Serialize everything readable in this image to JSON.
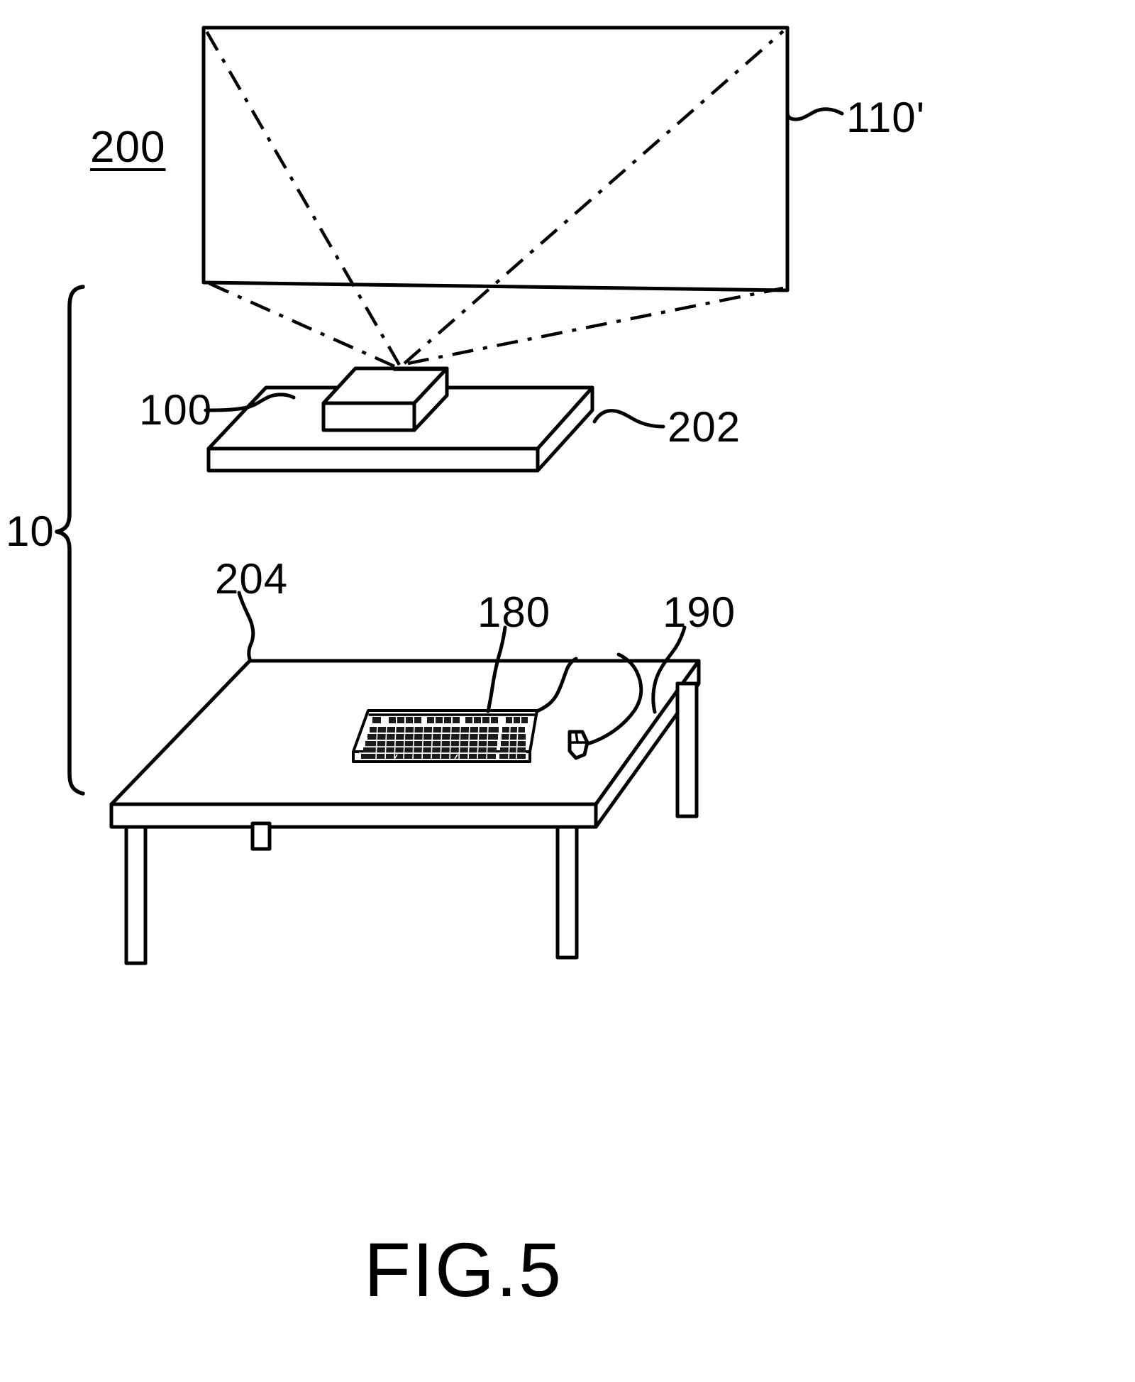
{
  "figure": {
    "caption": "FIG.5",
    "title": "FIG.5"
  },
  "labels": {
    "system_bracket": "10",
    "projected_image": "200",
    "screen": "110'",
    "projector": "100",
    "platform": "202",
    "table": "204",
    "keyboard": "180",
    "mouse": "190"
  },
  "components": [
    {
      "ref": "10",
      "name": "system-bracket",
      "description": "system bracket spanning whole apparatus"
    },
    {
      "ref": "200",
      "name": "projected-image",
      "description": "projected image area label"
    },
    {
      "ref": "110'",
      "name": "screen",
      "description": "projection screen / display surface"
    },
    {
      "ref": "100",
      "name": "projector",
      "description": "projector unit on platform"
    },
    {
      "ref": "202",
      "name": "platform",
      "description": "platform / shelf supporting projector"
    },
    {
      "ref": "204",
      "name": "table",
      "description": "desk or table"
    },
    {
      "ref": "180",
      "name": "keyboard",
      "description": "computer keyboard on table"
    },
    {
      "ref": "190",
      "name": "mouse",
      "description": "computer mouse with cable"
    }
  ],
  "colors": {
    "ink": "#000000",
    "paper": "#ffffff"
  }
}
